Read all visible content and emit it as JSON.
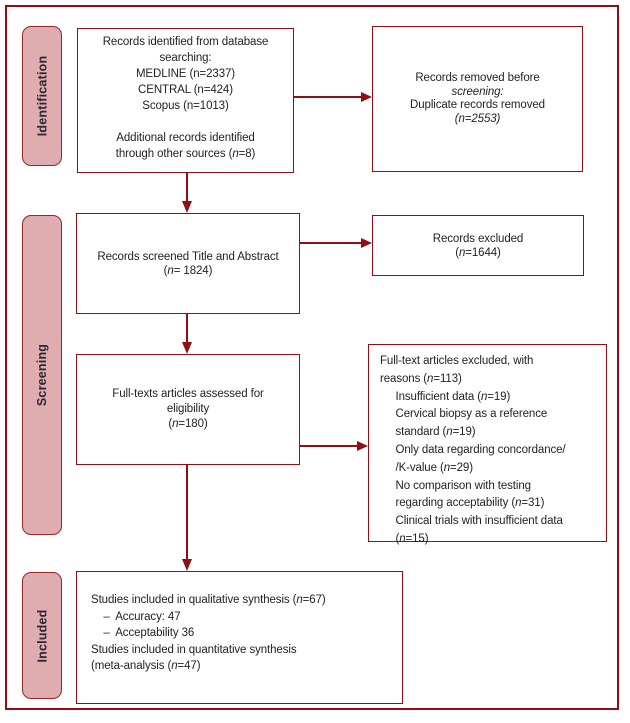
{
  "palette": {
    "accent": "#8e1014",
    "sidebar_fill": "#dfacaf",
    "sidebar_border": "#96262b",
    "text": "#232126",
    "bg": "#ffffff"
  },
  "sidebar": {
    "stages": [
      {
        "label": "Identification"
      },
      {
        "label": "Screening"
      },
      {
        "label": "Included"
      }
    ]
  },
  "boxes": {
    "identified": {
      "lines": [
        "Records identified from database",
        "searching:",
        "MEDLINE (n=2337)",
        "CENTRAL (n=424)",
        "Scopus (n=1013)",
        "",
        "Additional records identified",
        "through other sources (*n*=8)"
      ]
    },
    "removed": {
      "lines": [
        "Records removed before",
        "*screening:*",
        "Duplicate records removed",
        "*(n=2553)*"
      ]
    },
    "screened": {
      "lines": [
        "Records screened Title and Abstract",
        "(*n*= 1824)"
      ]
    },
    "excluded": {
      "lines": [
        "Records excluded",
        "(*n*=1644)"
      ]
    },
    "fulltext": {
      "lines": [
        "Full-texts articles assessed for",
        "eligibility",
        "(*n*=180)"
      ]
    },
    "reasons": {
      "lines": [
        "Full-text articles excluded, with",
        "reasons (*n*=113)",
        "     Insufficient data (*n*=19)",
        "     Cervical biopsy as a reference",
        "     standard (*n*=19)",
        "     Only data regarding concordance/",
        "     /K-value (*n*=29)",
        "     No comparison with testing",
        "     regarding acceptability (*n*=31)",
        "     Clinical trials with insufficient data",
        "     (*n*=15)"
      ]
    },
    "included": {
      "lines": [
        "Studies included in qualitative synthesis (*n*=67)",
        "    –  Accuracy: 47",
        "    –  Acceptability 36",
        "Studies included in quantitative synthesis",
        "(meta-analysis (*n*=47)"
      ]
    }
  },
  "icons": {
    "arrowhead": "solid-triangle"
  }
}
